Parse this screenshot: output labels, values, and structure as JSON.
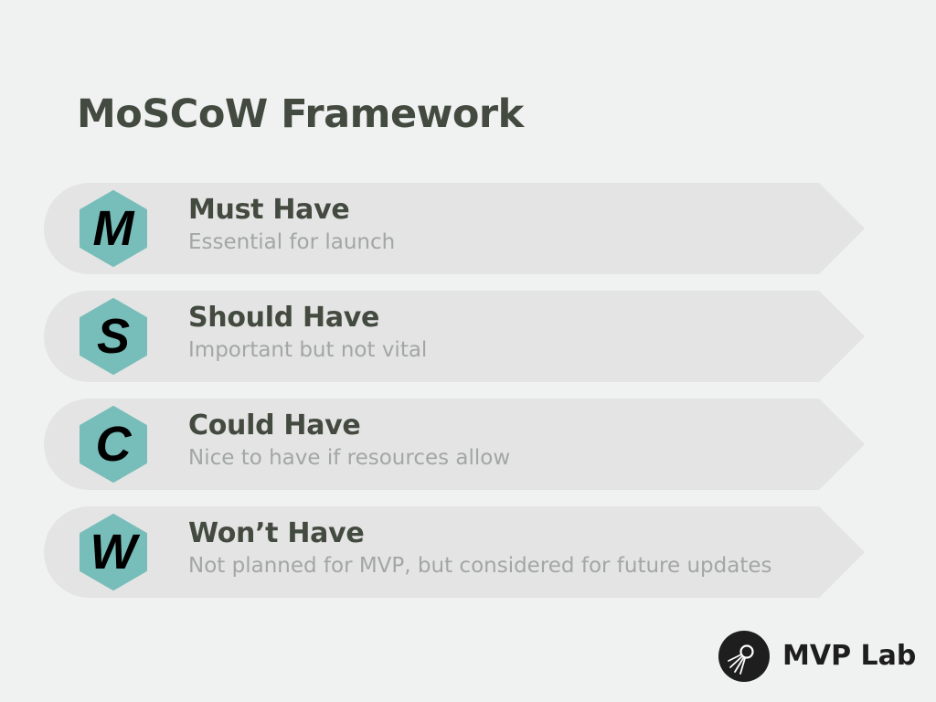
{
  "page": {
    "title": "MoSCoW Framework"
  },
  "colors": {
    "background": "#f0f1f1",
    "row_fill": "#e4e4e4",
    "hex_fill": "#77bdb9",
    "title_text": "#434a3f",
    "description_text": "#a2a6a4"
  },
  "rows": [
    {
      "letter": "M",
      "title": "Must Have",
      "description": "Essential for launch"
    },
    {
      "letter": "S",
      "title": "Should Have",
      "description": "Important but not vital"
    },
    {
      "letter": "C",
      "title": "Could Have",
      "description": "Nice to have if resources allow"
    },
    {
      "letter": "W",
      "title": "Won’t Have",
      "description": "Not planned for MVP, but considered for future updates"
    }
  ],
  "brand": {
    "name": "MVP Lab",
    "icon": "satellite-logo-icon"
  }
}
